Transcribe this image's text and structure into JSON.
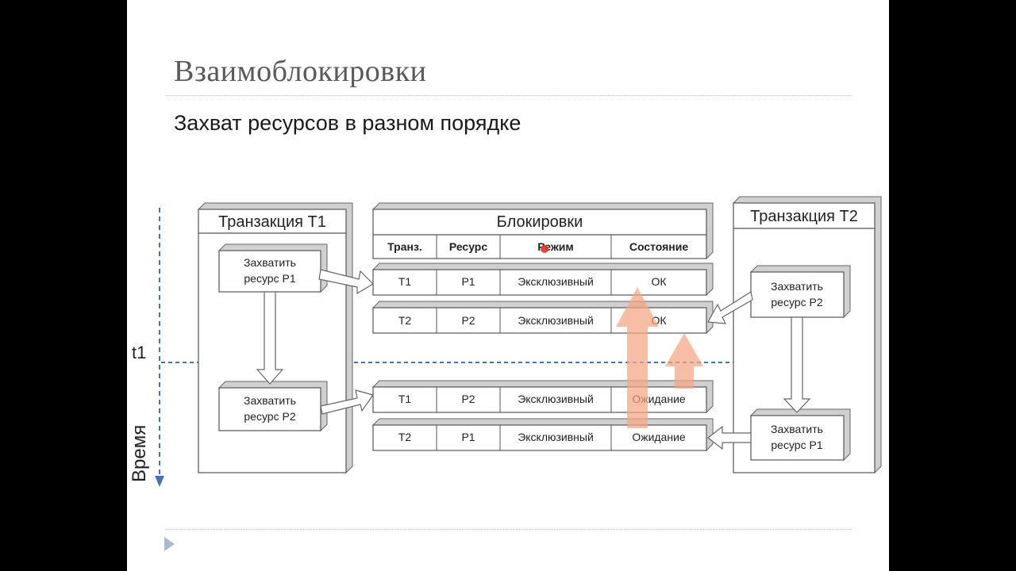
{
  "slide": {
    "title": "Взаимоблокировки",
    "subtitle": "Захват ресурсов в разном порядке"
  },
  "diagram": {
    "time_label": "Время",
    "t1_label": "t1",
    "transaction_1": {
      "title": "Транзакция Т1",
      "steps": [
        [
          "Захватить",
          "ресурс Р1"
        ],
        [
          "Захватить",
          "ресурс Р2"
        ]
      ]
    },
    "transaction_2": {
      "title": "Транзакция Т2",
      "steps": [
        [
          "Захватить",
          "ресурс Р2"
        ],
        [
          "Захватить",
          "ресурс Р1"
        ]
      ]
    },
    "locks_table": {
      "title": "Блокировки",
      "headers": [
        "Транз.",
        "Ресурс",
        "Режим",
        "Состояние"
      ],
      "rows": [
        [
          "Т1",
          "Р1",
          "Эксклюзивный",
          "ОК"
        ],
        [
          "Т2",
          "Р2",
          "Эксклюзивный",
          "ОК"
        ],
        [
          "Т1",
          "Р2",
          "Эксклюзивный",
          "Ожидание"
        ],
        [
          "Т2",
          "Р1",
          "Эксклюзивный",
          "Ожидание"
        ]
      ]
    },
    "colors": {
      "time_axis": "#4a72b8",
      "highlight_arrow": "#f4a582",
      "pointer_dot": "#e8302a",
      "box_side": "#c9c9c9",
      "box_border": "#555555"
    }
  }
}
